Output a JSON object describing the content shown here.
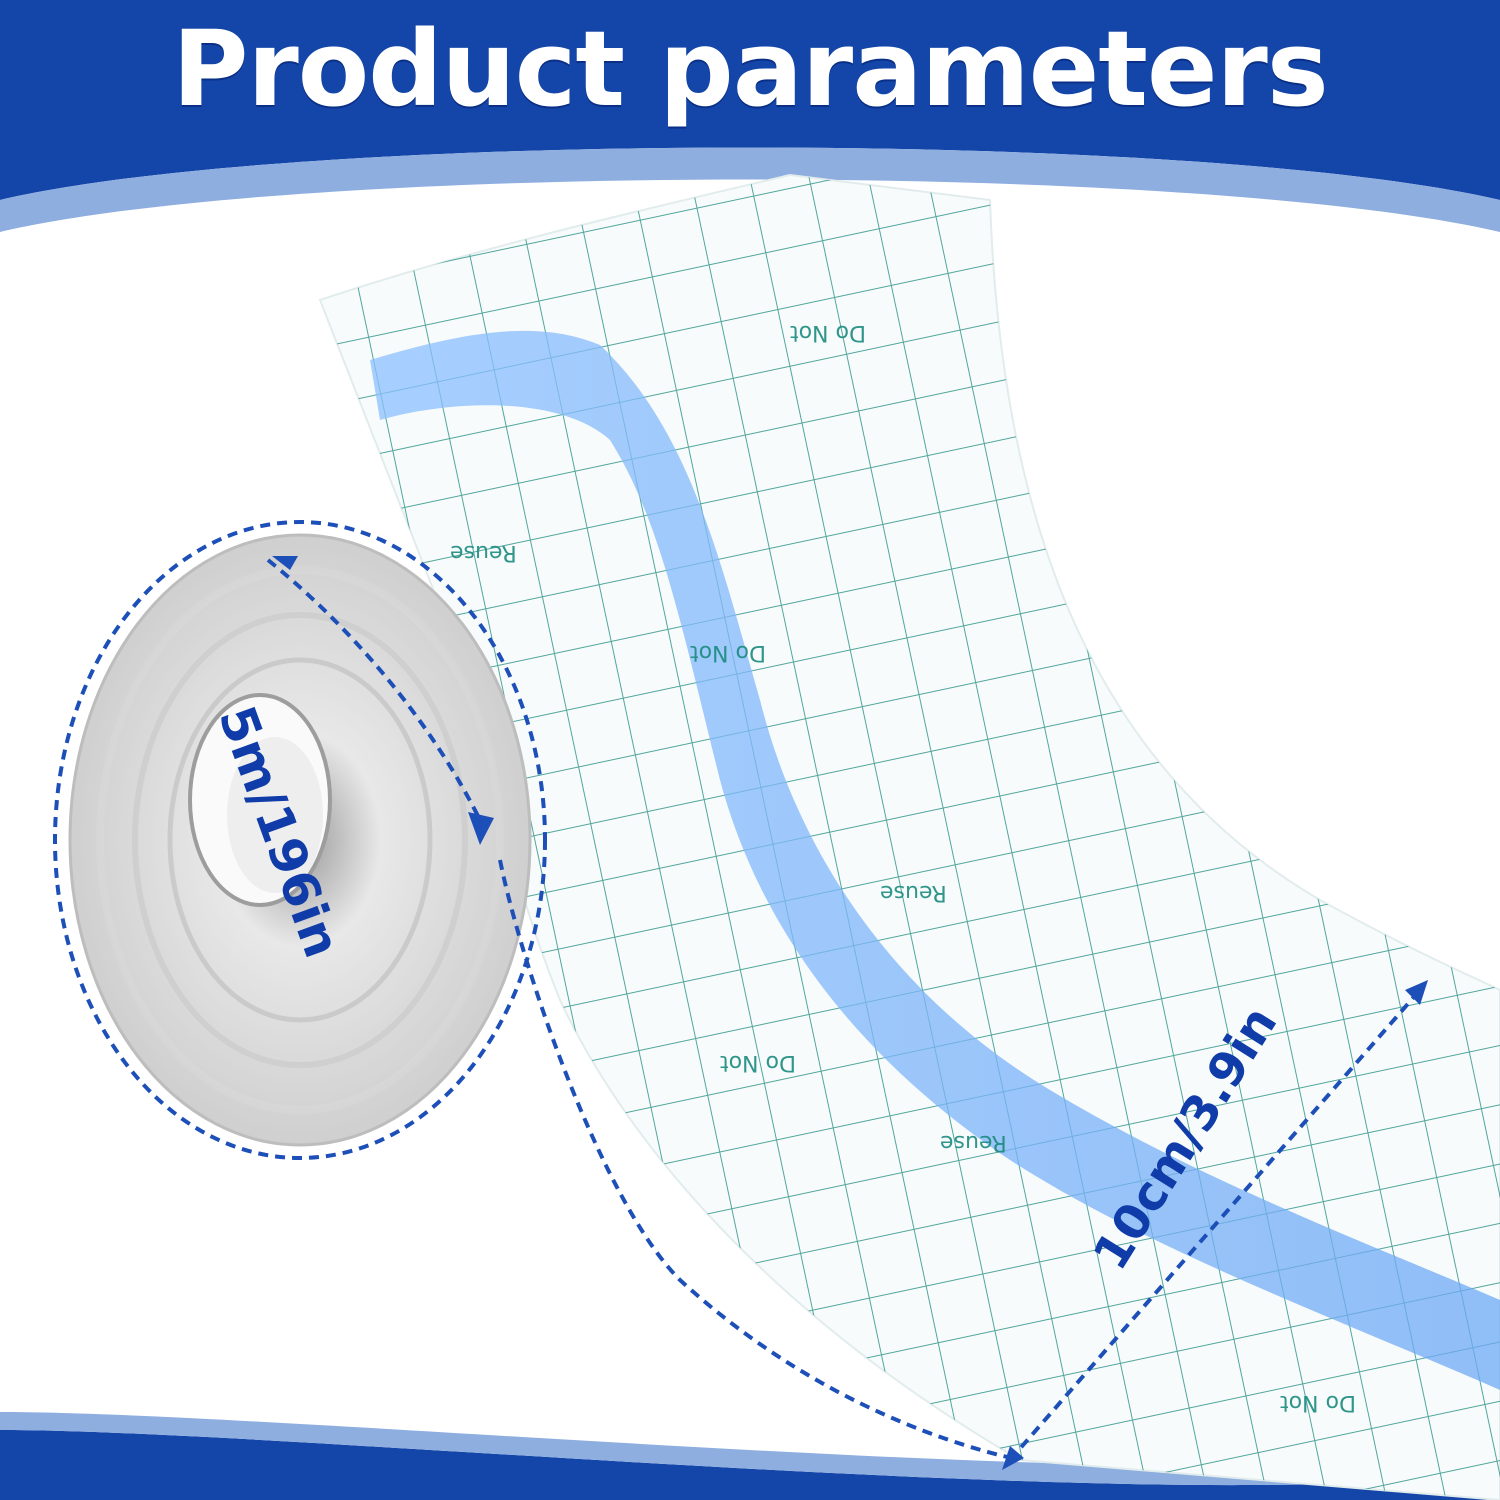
{
  "title": "Product parameters",
  "dimensions": {
    "length_label": "5m/196in",
    "width_label": "10cm/3.9in"
  },
  "tape_print": {
    "line1": "Do Not",
    "line2": "Reuse"
  },
  "colors": {
    "banner_blue": "#1445a8",
    "accent_light_blue": "#7fb6ff",
    "grid_teal": "#1b8a7e",
    "label_blue": "#0f3ca8"
  }
}
